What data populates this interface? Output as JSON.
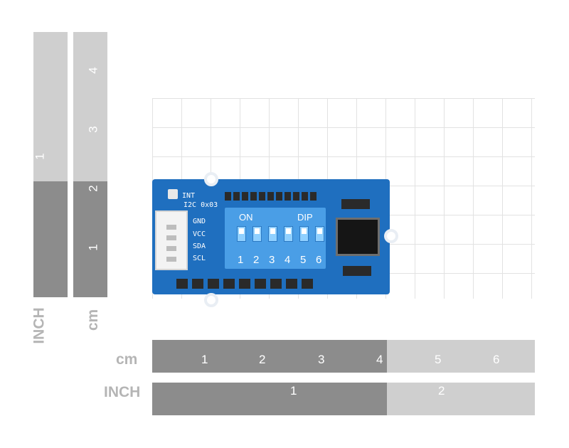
{
  "rulers": {
    "vertical_inch": {
      "label": "INCH",
      "ticks": [
        "1"
      ]
    },
    "vertical_cm": {
      "label": "cm",
      "ticks": [
        "1",
        "2",
        "3",
        "4"
      ]
    },
    "horizontal_cm": {
      "label": "cm",
      "ticks": [
        "1",
        "2",
        "3",
        "4",
        "5",
        "6"
      ]
    },
    "horizontal_inch": {
      "label": "INCH",
      "ticks": [
        "1",
        "2"
      ]
    }
  },
  "board": {
    "labels": {
      "int": "INT",
      "i2c": "I2C 0x03",
      "gnd": "GND",
      "vcc": "VCC",
      "sda": "SDA",
      "scl": "SCL"
    },
    "dip_switch": {
      "on_label": "ON",
      "dip_label": "DIP",
      "switches": [
        "1",
        "2",
        "3",
        "4",
        "5",
        "6"
      ]
    }
  }
}
